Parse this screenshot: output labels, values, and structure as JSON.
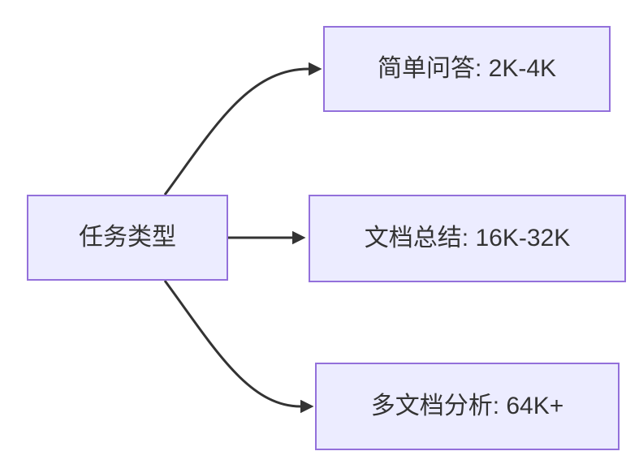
{
  "diagram": {
    "type": "flowchart",
    "direction": "left-to-right",
    "root": {
      "id": "task-type",
      "label": "任务类型"
    },
    "branches": [
      {
        "id": "simple-qa",
        "label": "简单问答: 2K-4K"
      },
      {
        "id": "doc-summary",
        "label": "文档总结: 16K-32K"
      },
      {
        "id": "multi-doc",
        "label": "多文档分析: 64K+"
      }
    ],
    "edges": [
      {
        "from": "task-type",
        "to": "simple-qa",
        "style": "curved-up"
      },
      {
        "from": "task-type",
        "to": "doc-summary",
        "style": "straight"
      },
      {
        "from": "task-type",
        "to": "multi-doc",
        "style": "curved-down"
      }
    ]
  },
  "colors": {
    "node_fill": "#ECECFF",
    "node_border": "#9370DB",
    "edge_color": "#333333",
    "text_color": "#333333",
    "canvas_bg": "#FFFFFF"
  }
}
